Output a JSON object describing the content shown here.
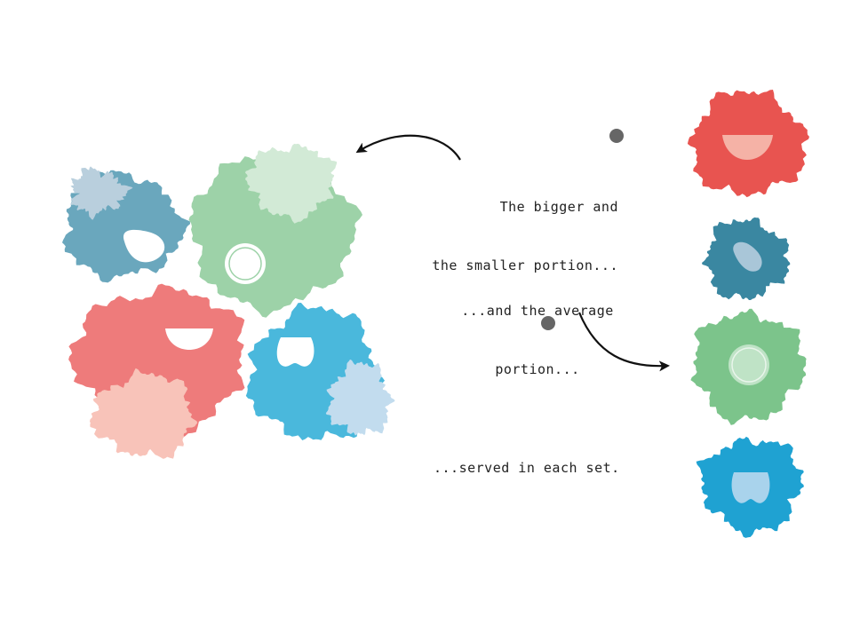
{
  "captions": {
    "bigger_smaller": [
      "The bigger and",
      "the smaller portion..."
    ],
    "average": [
      "...and the average",
      "portion..."
    ],
    "served": "...served in each set."
  },
  "colors": {
    "red": "#ee7b7b",
    "red_light": "#f8c3b9",
    "red_right": "#e85450",
    "green": "#9dd2a8",
    "green_light": "#d2ead6",
    "green_right": "#7cc48b",
    "blue_dark": "#6aa7bd",
    "blue_dark_light": "#b9cfdd",
    "blue_dark_right": "#3a87a1",
    "blue": "#4ab8dc",
    "blue_light": "#c2dcee",
    "blue_right": "#1fa2d2",
    "marker": "#666666",
    "arrow": "#111111"
  },
  "icons": [
    "half-bowl-icon",
    "blob-icon",
    "plate-circle-icon",
    "cup-icon"
  ]
}
